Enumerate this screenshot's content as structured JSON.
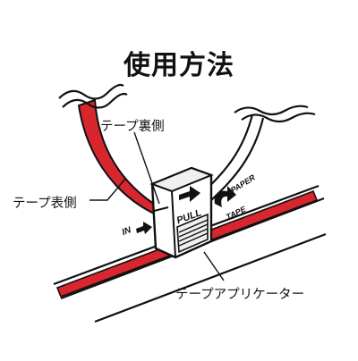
{
  "title": "使用方法",
  "labels": {
    "tape_back": "テープ裏側",
    "tape_front": "テープ表側",
    "applicator": "テープアプリケーター"
  },
  "device": {
    "pull_text": "PULL",
    "in_text": "IN",
    "paper_text": "PAPER",
    "tape_text": "TAPE"
  },
  "colors": {
    "tape_red": "#d7262d",
    "outline": "#111111",
    "panel_gray": "#f0f0f0"
  },
  "icons": [
    "arrow-right-icon",
    "curved-arrow-icon"
  ]
}
